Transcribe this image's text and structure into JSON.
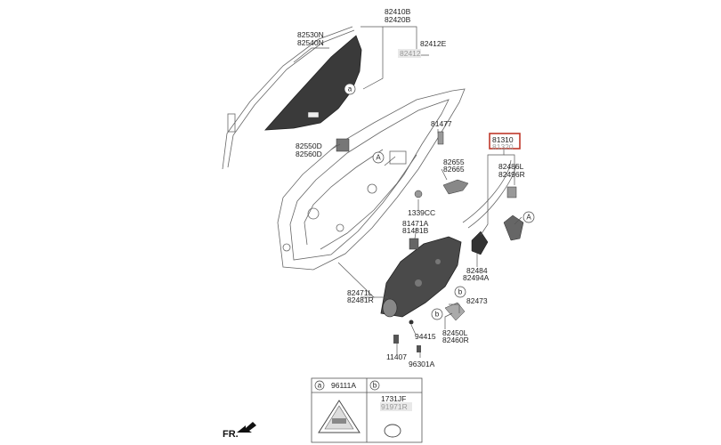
{
  "labels": {
    "glass_code_1": "82410B",
    "glass_code_2": "82420B",
    "glass_side_1": "82412E",
    "glass_side_2": "82412",
    "run_1": "82530N",
    "run_2": "82540N",
    "rail_1": "82550D",
    "rail_2": "82560D",
    "bolt": "81477",
    "handle_1": "82655",
    "handle_2": "82665",
    "screw": "1339CC",
    "latch_1": "81471A",
    "latch_2": "81481B",
    "reg_1": "82471L",
    "reg_2": "82481R",
    "lock_1": "81310",
    "lock_2": "81320",
    "rod_1": "82486L",
    "rod_2": "82496R",
    "cable_1": "82484",
    "cable_2": "82494A",
    "motor": "82473",
    "clip_1": "82450L",
    "clip_2": "82460R",
    "p94415": "94415",
    "p11407": "11407",
    "p96301": "96301A",
    "fr": "FR."
  },
  "callouts": {
    "a": "a",
    "b": "b",
    "A": "A"
  },
  "legend": {
    "a_letter": "a",
    "a_code": "96111A",
    "b_letter": "b",
    "b_code_1": "1731JF",
    "b_code_2": "91971R"
  },
  "colors": {
    "highlight_box": "#c0392b",
    "line": "#555555",
    "grey_label": "#9a9a9a"
  }
}
